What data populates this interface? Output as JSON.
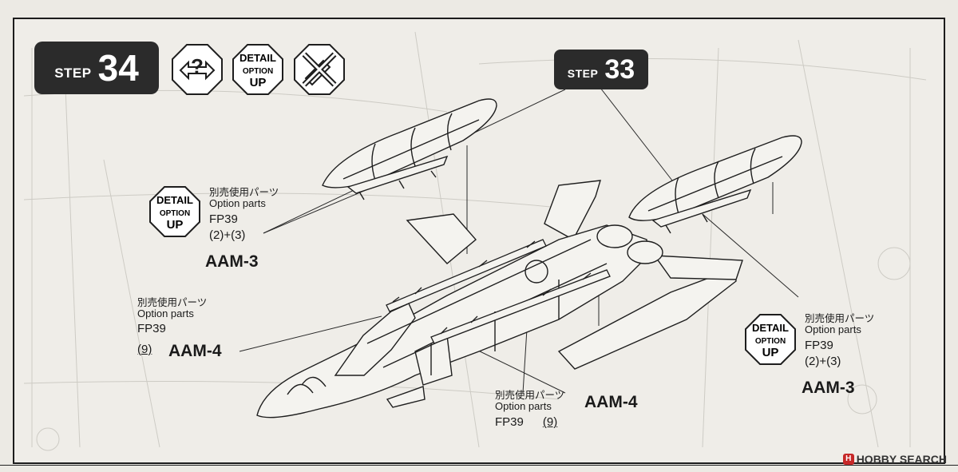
{
  "step_main": {
    "word": "STEP",
    "number": "34"
  },
  "step_ref": {
    "word": "STEP",
    "number": "33"
  },
  "detail_badge": {
    "line1": "DETAIL",
    "line2": "OPTION",
    "line3": "UP"
  },
  "callouts": [
    {
      "jp": "別売使用パーツ",
      "en": "Option parts",
      "code": "FP39",
      "qty": "(2)+(3)",
      "missile": "AAM-3"
    },
    {
      "jp": "別売使用パーツ",
      "en": "Option parts",
      "code": "FP39",
      "qty": "(9)",
      "missile": "AAM-4"
    },
    {
      "jp": "別売使用パーツ",
      "en": "Option parts",
      "code": "FP39",
      "qty": "(9)",
      "missile": "AAM-4"
    },
    {
      "jp": "別売使用パーツ",
      "en": "Option parts",
      "code": "FP39",
      "qty": "(2)+(3)",
      "missile": "AAM-3"
    }
  ],
  "watermark": {
    "brand": "H",
    "text": "HOBBY SEARCH"
  }
}
